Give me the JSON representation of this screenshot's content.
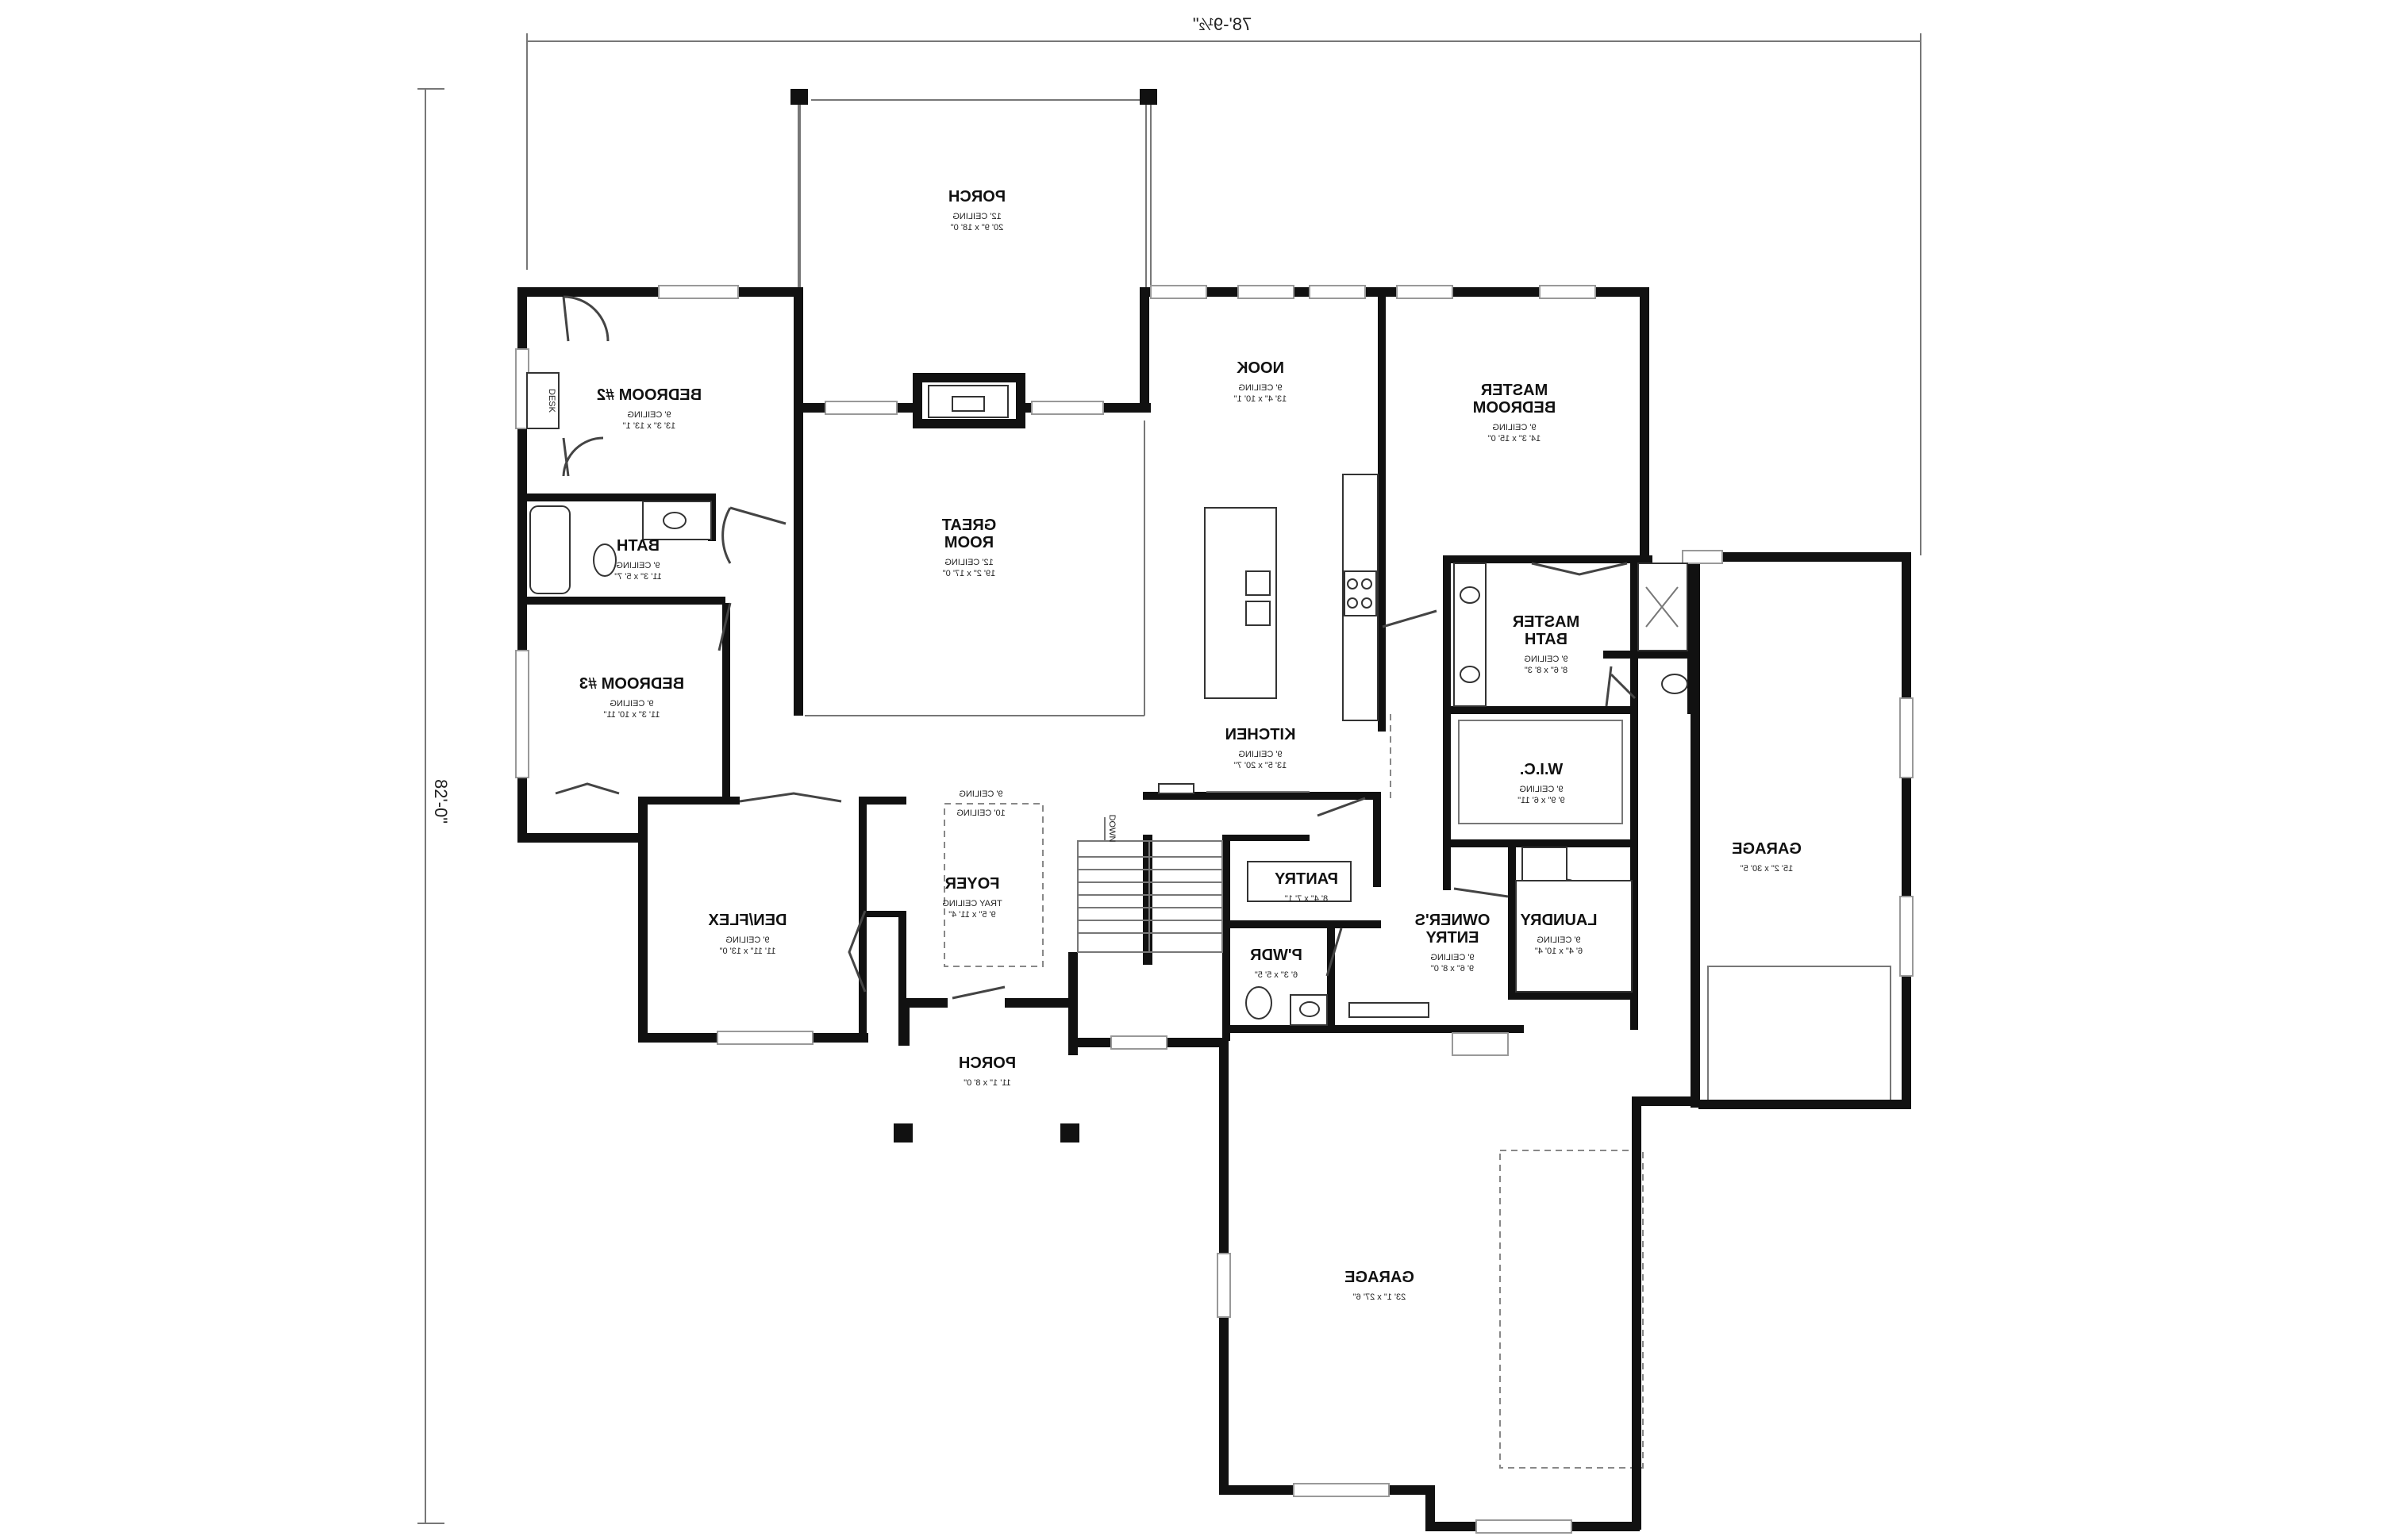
{
  "plan": {
    "orientation": "mirrored",
    "overall_width": "78'-9½\"",
    "overall_depth": "82'-0\"",
    "rooms": [
      {
        "id": "porch_rear",
        "name_lines": [
          "PORCH"
        ],
        "ceiling": "12' CEILING",
        "size": "20' 9\" x 18' 0\""
      },
      {
        "id": "bedroom2",
        "name_lines": [
          "BEDROOM #2"
        ],
        "ceiling": "9' CEILING",
        "size": "13' 3\" x 13' 1\""
      },
      {
        "id": "bath",
        "name_lines": [
          "BATH"
        ],
        "ceiling": "9' CEILING",
        "size": "11' 3\" x 5' 7\""
      },
      {
        "id": "bedroom3",
        "name_lines": [
          "BEDROOM #3"
        ],
        "ceiling": "9' CEILING",
        "size": "11' 3\" x 10' 11\""
      },
      {
        "id": "great_room",
        "name_lines": [
          "GREAT",
          "ROOM"
        ],
        "ceiling": "12' CEILING",
        "size": "19' 2\" x 17' 0\""
      },
      {
        "id": "nook",
        "name_lines": [
          "NOOK"
        ],
        "ceiling": "9' CEILING",
        "size": "13' 4\" x 10' 1\""
      },
      {
        "id": "kitchen",
        "name_lines": [
          "KITCHEN"
        ],
        "ceiling": "9' CEILING",
        "size": "13' 5\" x 20' 7\""
      },
      {
        "id": "master_bedroom",
        "name_lines": [
          "MASTER",
          "BEDROOM"
        ],
        "ceiling": "9' CEILING",
        "size": "14' 3\" x 15' 0\""
      },
      {
        "id": "master_bath",
        "name_lines": [
          "MASTER",
          "BATH"
        ],
        "ceiling": "9' CEILING",
        "size": "8' 6\" x 8' 3\""
      },
      {
        "id": "wic",
        "name_lines": [
          "W.I.C."
        ],
        "ceiling": "9' CEILING",
        "size": "9' 9\" x 6' 11\""
      },
      {
        "id": "foyer",
        "name_lines": [
          "FOYER"
        ],
        "ceiling": "TRAY CEILING",
        "size": "9' 5\" x 11' 4\""
      },
      {
        "id": "den_flex",
        "name_lines": [
          "DEN/FLEX"
        ],
        "ceiling": "9' CEILING",
        "size": "11' 11\" x 13' 0\""
      },
      {
        "id": "pantry",
        "name_lines": [
          "PANTRY"
        ],
        "ceiling": "",
        "size": "8' 4\" x 7' 1\""
      },
      {
        "id": "owners_entry",
        "name_lines": [
          "OWNER'S",
          "ENTRY"
        ],
        "ceiling": "9' CEILING",
        "size": "9' 6\" x 8' 0\""
      },
      {
        "id": "laundry",
        "name_lines": [
          "LAUNDRY"
        ],
        "ceiling": "9' CEILING",
        "size": "6' 4\" x 10' 4\""
      },
      {
        "id": "pwdr",
        "name_lines": [
          "P'WDR"
        ],
        "ceiling": "",
        "size": "6' 3\" x 5' 5\""
      },
      {
        "id": "porch_front",
        "name_lines": [
          "PORCH"
        ],
        "ceiling": "",
        "size": "11' 1\" x 8' 0\""
      },
      {
        "id": "garage_right",
        "name_lines": [
          "GARAGE"
        ],
        "ceiling": "",
        "size": "15' 2\" x 30' 5\""
      },
      {
        "id": "garage_main",
        "name_lines": [
          "GARAGE"
        ],
        "ceiling": "",
        "size": "23' 1\" x 27' 6\""
      }
    ],
    "labels": {
      "desk": "DESK",
      "down": "DOWN",
      "foyer_note_1": "9' CEILING",
      "foyer_note_2": "10' CEILING"
    }
  }
}
